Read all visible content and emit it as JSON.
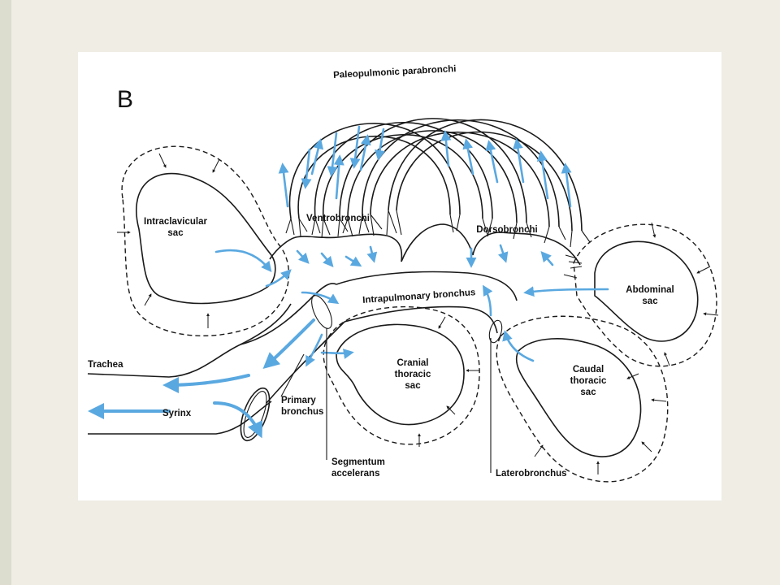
{
  "panel_letter": "B",
  "labels": {
    "paleopulmonic": "Paleopulmonic parabronchi",
    "intraclavicular_1": "Intraclavicular",
    "intraclavicular_2": "sac",
    "ventrobronchi": "Ventrobronchi",
    "dorsobronchi": "Dorsobronchi",
    "intrapulmonary": "Intrapulmonary bronchus",
    "abdominal_1": "Abdominal",
    "abdominal_2": "sac",
    "cranial_1": "Cranial",
    "cranial_2": "thoracic",
    "cranial_3": "sac",
    "caudal_1": "Caudal",
    "caudal_2": "thoracic",
    "caudal_3": "sac",
    "trachea": "Trachea",
    "syrinx": "Syrinx",
    "primary_1": "Primary",
    "primary_2": "bronchus",
    "segmentum_1": "Segmentum",
    "segmentum_2": "accelerans",
    "laterobronchus": "Laterobronchus"
  },
  "colors": {
    "background": "#efede4",
    "panel": "#ffffff",
    "airflow": "#5aa8e0",
    "ink": "#1a1a1a"
  }
}
